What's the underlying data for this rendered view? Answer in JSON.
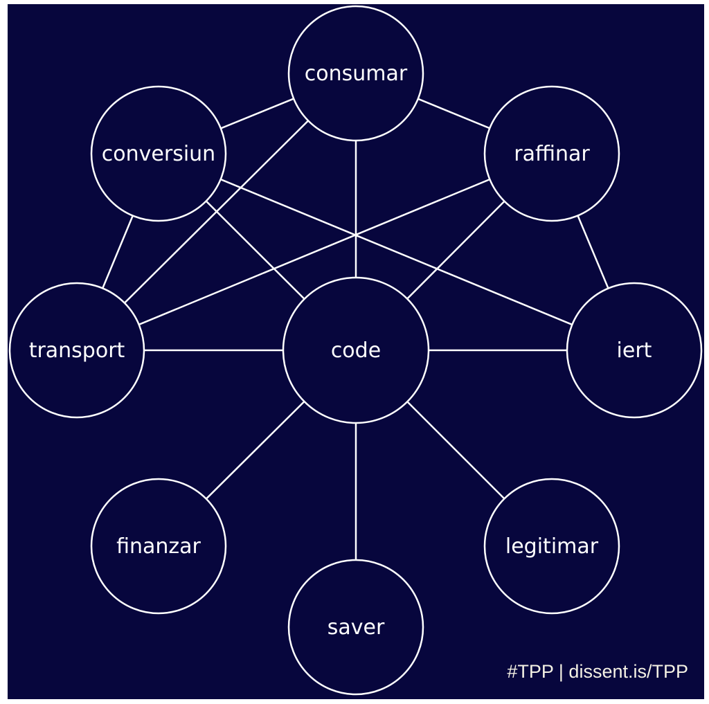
{
  "diagram": {
    "center": "code",
    "nodes": [
      "consumar",
      "conversiun",
      "raffinar",
      "transport",
      "code",
      "iert",
      "finanzar",
      "legitimar",
      "saver"
    ],
    "edges": [
      [
        "consumar",
        "conversiun"
      ],
      [
        "consumar",
        "raffinar"
      ],
      [
        "consumar",
        "code"
      ],
      [
        "consumar",
        "transport"
      ],
      [
        "conversiun",
        "transport"
      ],
      [
        "conversiun",
        "code"
      ],
      [
        "conversiun",
        "iert"
      ],
      [
        "raffinar",
        "transport"
      ],
      [
        "raffinar",
        "code"
      ],
      [
        "raffinar",
        "iert"
      ],
      [
        "transport",
        "code"
      ],
      [
        "code",
        "iert"
      ],
      [
        "code",
        "finanzar"
      ],
      [
        "code",
        "saver"
      ],
      [
        "code",
        "legitimar"
      ]
    ]
  },
  "credit": "#TPP | dissent.is/TPP",
  "colors": {
    "background": "#07063d",
    "stroke": "#ffffff",
    "text": "#ffffff"
  }
}
